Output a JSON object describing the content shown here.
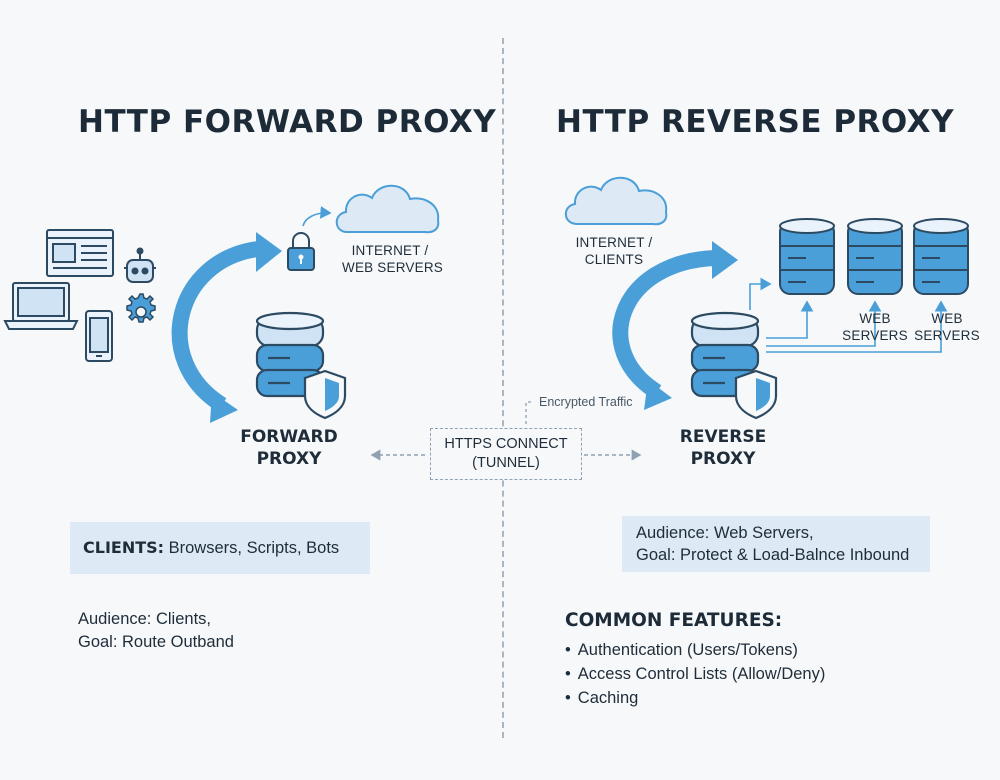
{
  "forward": {
    "title": "HTTP FORWARD PROXY",
    "internet_label_line1": "INTERNET /",
    "internet_label_line2": "WEB SERVERS",
    "proxy_label_line1": "FORWARD",
    "proxy_label_line2": "PROXY",
    "clients_box_bold": "CLIENTS:",
    "clients_box_text": " Browsers, Scripts, Bots",
    "audience_line1": "Audience: Clients,",
    "audience_line2": "Goal: Route Outband"
  },
  "tunnel": {
    "line1": "HTTPS CONNECT",
    "line2": "(TUNNEL)",
    "encrypted_label": "Encrypted Traffic"
  },
  "reverse": {
    "title": "HTTP REVERSE PROXY",
    "clients_label_line1": "INTERNET /",
    "clients_label_line2": "CLIENTS",
    "web_servers_a_line1": "WEB",
    "web_servers_a_line2": "SERVERS",
    "web_servers_b_line1": "WEB",
    "web_servers_b_line2": "SERVERS",
    "proxy_label_line1": "REVERSE",
    "proxy_label_line2": "PROXY",
    "audience_line1": "Audience: Web Servers,",
    "audience_line2": "Goal: Protect & Load-Balnce Inbound",
    "features_title": "COMMON FEATURES:",
    "features": [
      "Authentication (Users/Tokens)",
      "Access Control Lists (Allow/Deny)",
      "Caching"
    ]
  },
  "colors": {
    "accent_blue": "#4a9fd8",
    "light_blue": "#cfe3f5",
    "outline": "#2d4a63",
    "box_fill": "#dde9f4"
  }
}
